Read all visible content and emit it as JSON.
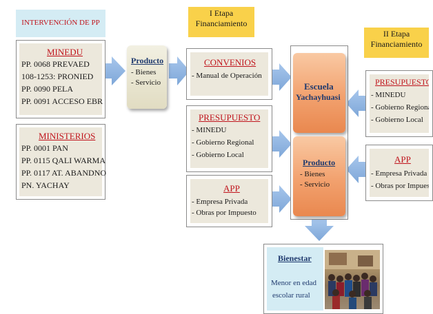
{
  "intervencion": {
    "title": "INTERVENCIÓN DE PP",
    "minedu": {
      "heading": "MINEDU",
      "items": [
        "PP. 0068 PREVAED",
        "108-1253:  PRONIED",
        "PP. 0090 PELA",
        "PP. 0091 ACCESO EBR"
      ]
    },
    "ministerios": {
      "heading": "MINISTERIOS",
      "items": [
        "PP. 0001 PAN",
        "PP. 0115 QALI WARMA",
        "PP. 0117 AT. ABANDNO",
        "PN. YACHAY"
      ]
    }
  },
  "producto_left": {
    "title": "Producto",
    "items": [
      "- Bienes",
      "- Servicio"
    ]
  },
  "etapa1": {
    "line1": "I Etapa",
    "line2": "Financiamiento"
  },
  "etapa2": {
    "line1": "II Etapa",
    "line2": "Financiamiento"
  },
  "convenios": {
    "heading": "CONVENIOS",
    "items": [
      "- Manual de Operación"
    ]
  },
  "presupuesto1": {
    "heading": "PRESUPUESTO",
    "items": [
      "- MINEDU",
      "- Gobierno Regional",
      "- Gobierno Local"
    ]
  },
  "app1": {
    "heading": "APP",
    "items": [
      "- Empresa Privada",
      "- Obras por Impuesto"
    ]
  },
  "escuela": {
    "line1": "Escuela",
    "line2": "Yachayhuasi"
  },
  "producto_center": {
    "title": "Producto",
    "items": [
      "- Bienes",
      "- Servicio"
    ]
  },
  "presupuesto2": {
    "heading": "PRESUPUESTO",
    "items": [
      "- MINEDU",
      "- Gobierno Regional",
      "- Gobierno  Local"
    ]
  },
  "app2": {
    "heading": "APP",
    "items": [
      "- Empresa Privada",
      "- Obras por Impuesto"
    ]
  },
  "bienestar": {
    "title": "Bienestar",
    "line1": "Menor en edad",
    "line2": "escolar rural"
  },
  "colors": {
    "arrow": "#8db3e2",
    "red_heading": "#c0141c",
    "navy_heading": "#1f3a6e",
    "yellow_label": "#f9d14a",
    "light_blue": "#d4ecf4"
  }
}
